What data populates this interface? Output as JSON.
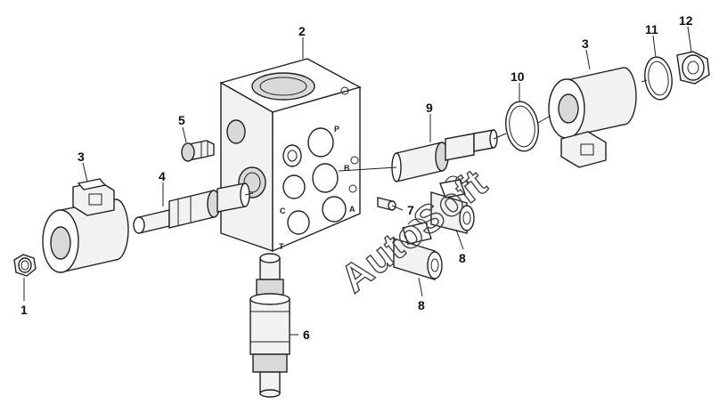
{
  "diagram": {
    "watermark_text": "AutoSoft",
    "port_letters": [
      "P",
      "A",
      "B",
      "C",
      "T"
    ],
    "callouts": [
      {
        "id": "c1",
        "label": "1"
      },
      {
        "id": "c2",
        "label": "2"
      },
      {
        "id": "c3a",
        "label": "3"
      },
      {
        "id": "c3b",
        "label": "3"
      },
      {
        "id": "c4",
        "label": "4"
      },
      {
        "id": "c5",
        "label": "5"
      },
      {
        "id": "c6",
        "label": "6"
      },
      {
        "id": "c7",
        "label": "7"
      },
      {
        "id": "c8a",
        "label": "8"
      },
      {
        "id": "c8b",
        "label": "8"
      },
      {
        "id": "c9",
        "label": "9"
      },
      {
        "id": "c10",
        "label": "10"
      },
      {
        "id": "c11",
        "label": "11"
      },
      {
        "id": "c12",
        "label": "12"
      }
    ]
  }
}
